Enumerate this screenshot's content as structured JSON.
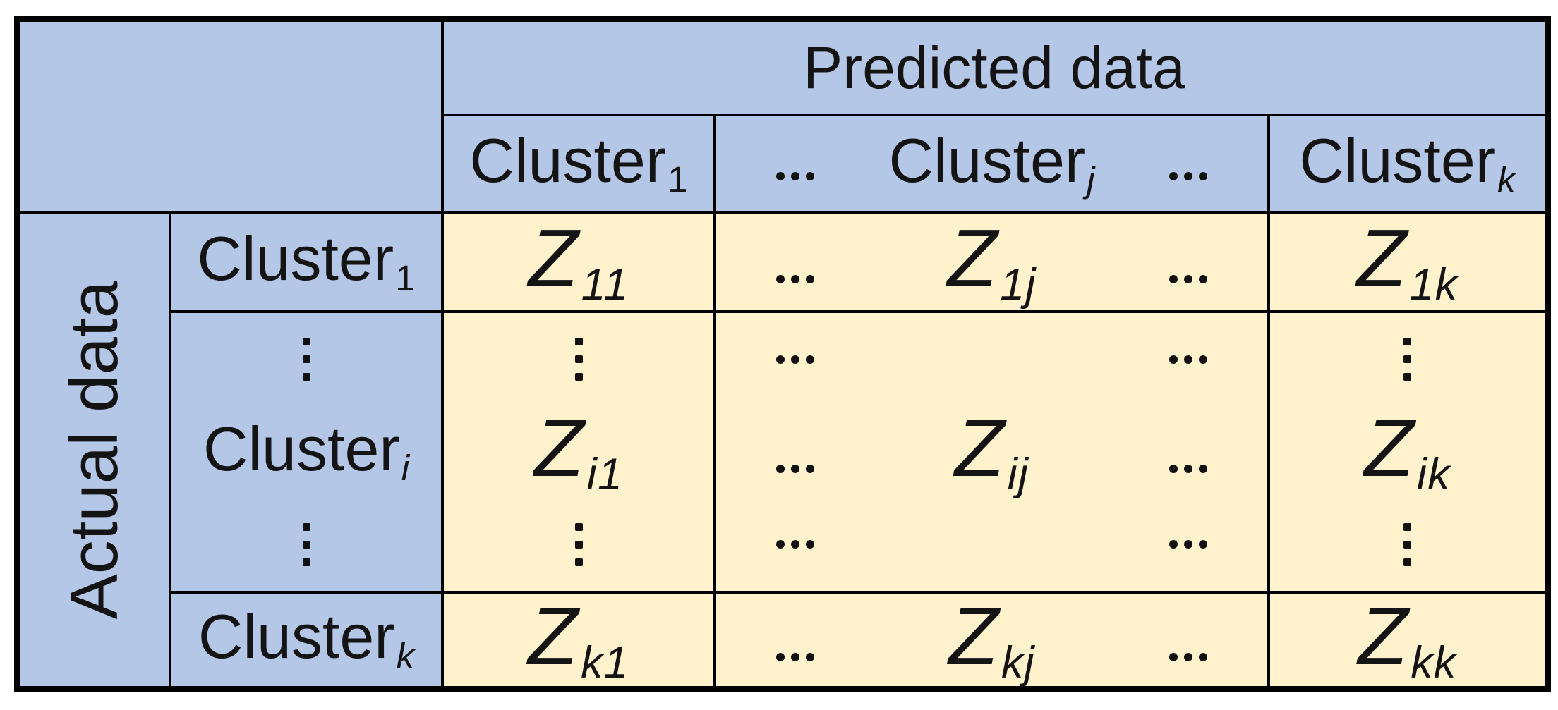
{
  "figure": {
    "type": "table",
    "description": "Cluster correspondence (confusion) matrix between actual and predicted clusters",
    "column_group_title": "Predicted data",
    "row_group_title": "Actual data",
    "column_headers": [
      "Cluster1",
      "…",
      "Clusterj",
      "…",
      "Clusterk"
    ],
    "row_headers": [
      "Cluster1",
      "⋮",
      "Clusteri",
      "⋮",
      "Clusterk"
    ],
    "cells": [
      [
        "Z11",
        "…",
        "Z1j",
        "…",
        "Z1k"
      ],
      [
        "⋮",
        "…",
        "",
        "…",
        "⋮"
      ],
      [
        "Zi1",
        "…",
        "Zij",
        "…",
        "Zik"
      ],
      [
        "⋮",
        "…",
        "",
        "…",
        "⋮"
      ],
      [
        "Zk1",
        "…",
        "Zkj",
        "…",
        "Zkk"
      ]
    ]
  },
  "t": {
    "predicted": "Predicted data",
    "actual": "Actual data",
    "cluster": "Cluster",
    "z": "Z",
    "s1": "1",
    "si": "i",
    "sj": "j",
    "sk": "k"
  },
  "colors": {
    "header_fill": "#b4c7e7",
    "cell_fill": "#fff2cc",
    "border": "#000000",
    "text": "#141414",
    "background": "#ffffff"
  }
}
